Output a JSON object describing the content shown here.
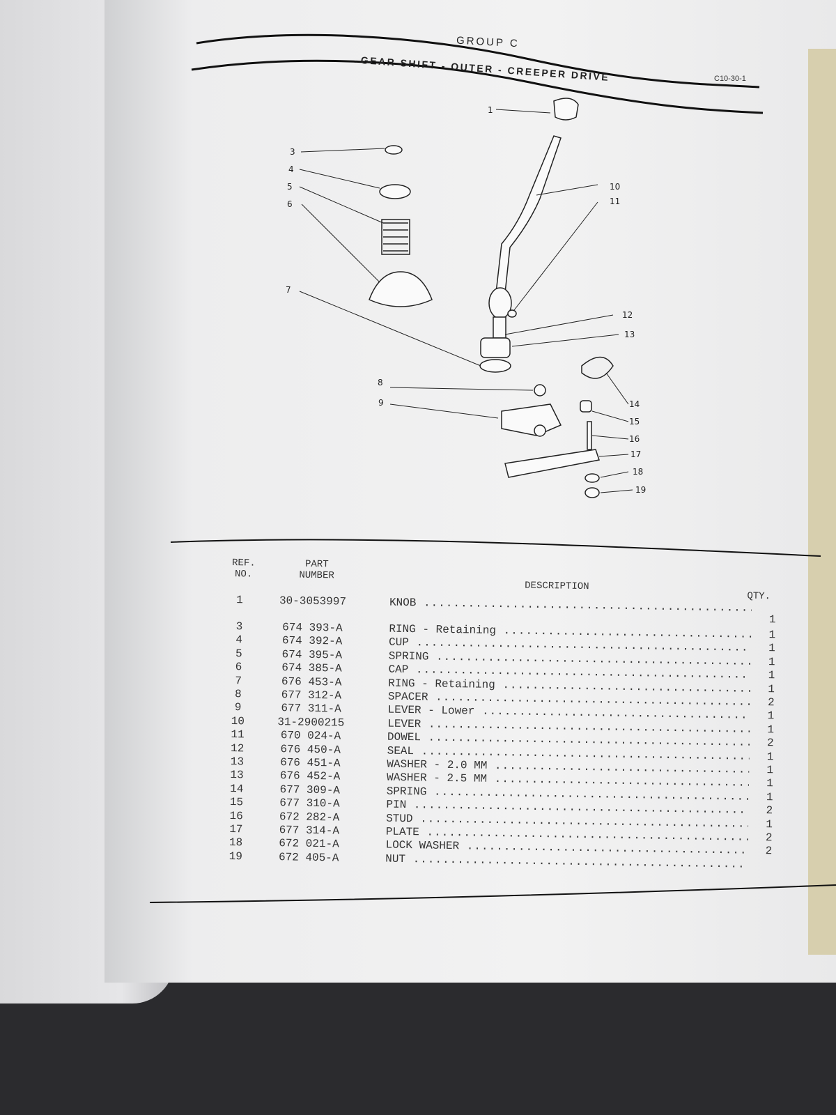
{
  "header": {
    "group": "GROUP C",
    "title": "GEAR SHIFT - OUTER - CREEPER DRIVE",
    "page_code": "C10-30-1"
  },
  "diagram": {
    "callouts": [
      "1",
      "3",
      "4",
      "5",
      "6",
      "7",
      "8",
      "9",
      "10",
      "11",
      "12",
      "13",
      "14",
      "15",
      "16",
      "17",
      "18",
      "19"
    ]
  },
  "table": {
    "headers": {
      "ref": "REF. NO.",
      "part": "PART NUMBER",
      "description": "DESCRIPTION",
      "qty": "QTY."
    },
    "rows": [
      {
        "ref": "1",
        "part": "30-3053997",
        "description": "KNOB",
        "qty": "1"
      },
      {
        "ref": "3",
        "part": "674 393-A",
        "description": "RING - Retaining",
        "qty": "1"
      },
      {
        "ref": "4",
        "part": "674 392-A",
        "description": "CUP",
        "qty": "1"
      },
      {
        "ref": "5",
        "part": "674 395-A",
        "description": "SPRING",
        "qty": "1"
      },
      {
        "ref": "6",
        "part": "674 385-A",
        "description": "CAP",
        "qty": "1"
      },
      {
        "ref": "7",
        "part": "676 453-A",
        "description": "RING - Retaining",
        "qty": "1"
      },
      {
        "ref": "8",
        "part": "677 312-A",
        "description": "SPACER",
        "qty": "2"
      },
      {
        "ref": "9",
        "part": "677 311-A",
        "description": "LEVER - Lower",
        "qty": "1"
      },
      {
        "ref": "10",
        "part": "31-2900215",
        "description": "LEVER",
        "qty": "1"
      },
      {
        "ref": "11",
        "part": "670 024-A",
        "description": "DOWEL",
        "qty": "2"
      },
      {
        "ref": "12",
        "part": "676 450-A",
        "description": "SEAL",
        "qty": "1"
      },
      {
        "ref": "13",
        "part": "676 451-A",
        "description": "WASHER - 2.0 MM",
        "qty": "1"
      },
      {
        "ref": "13",
        "part": "676 452-A",
        "description": "WASHER - 2.5 MM",
        "qty": "1"
      },
      {
        "ref": "14",
        "part": "677 309-A",
        "description": "SPRING",
        "qty": "1"
      },
      {
        "ref": "15",
        "part": "677 310-A",
        "description": "PIN",
        "qty": "2"
      },
      {
        "ref": "16",
        "part": "672 282-A",
        "description": "STUD",
        "qty": "1"
      },
      {
        "ref": "17",
        "part": "677 314-A",
        "description": "PLATE",
        "qty": "2"
      },
      {
        "ref": "18",
        "part": "672 021-A",
        "description": "LOCK WASHER",
        "qty": "2"
      },
      {
        "ref": "19",
        "part": "672 405-A",
        "description": "NUT",
        "qty": ""
      }
    ]
  }
}
